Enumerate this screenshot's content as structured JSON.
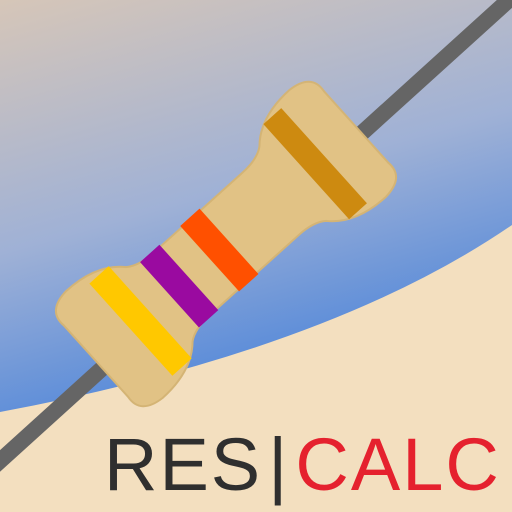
{
  "logo": {
    "word_left": "RES",
    "separator": "|",
    "word_right": "CALC"
  },
  "colors": {
    "background_sand": "#f3dfbf",
    "sky_top": "#d2c3b9",
    "sky_bottom": "#4f86da",
    "lead_wire": "#656565",
    "resistor_body": "#e1c285",
    "band_1": "#ffc800",
    "band_2": "#9a0aa0",
    "band_3": "#ff5000",
    "band_4": "#cd8a10",
    "text_dark": "#2f2f2f",
    "text_red": "#e5212e"
  },
  "resistor_bands": [
    "yellow",
    "violet",
    "orange",
    "gold"
  ]
}
